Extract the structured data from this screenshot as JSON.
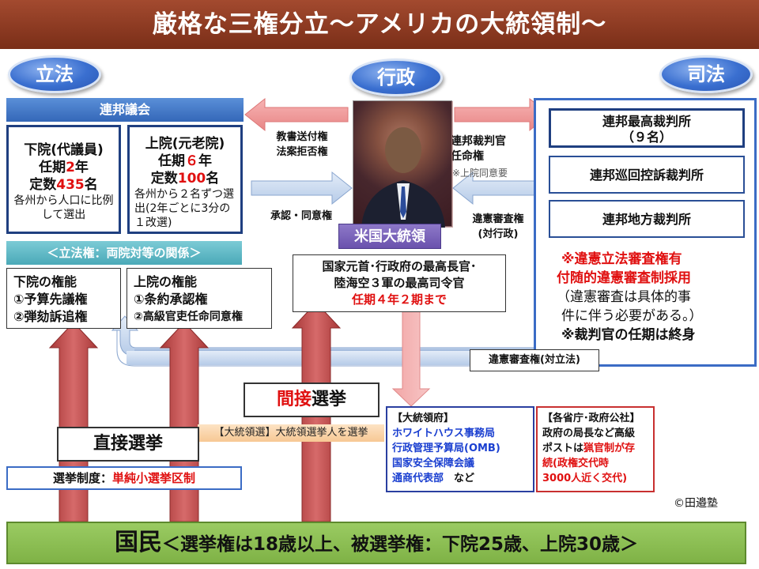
{
  "title": "厳格な三権分立～アメリカの大統領制～",
  "branches": {
    "legislative": "立法",
    "executive": "行政",
    "judicial": "司法"
  },
  "congress": {
    "header": "連邦議会",
    "house": {
      "name": "下院(代議員)",
      "term_prefix": "任期",
      "term_value": "2",
      "term_suffix": "年",
      "seats_prefix": "定数",
      "seats_value": "435",
      "seats_suffix": "名",
      "note": "各州から人口に比例して選出"
    },
    "senate": {
      "name": "上院(元老院)",
      "term_prefix": "任期",
      "term_value": "６",
      "term_suffix": "年",
      "seats_prefix": "定数",
      "seats_value": "100",
      "seats_suffix": "名",
      "note": "各州から２名ずつ選出(2年ごとに3分の１改選)"
    },
    "equal_relation": "＜立法権：両院対等の関係＞",
    "house_powers": {
      "title": "下院の権能",
      "items": [
        "①予算先議権",
        "②弾劾訴追権"
      ]
    },
    "senate_powers": {
      "title": "上院の権能",
      "items": [
        "①条約承認権",
        "②高級官吏任命同意権"
      ]
    }
  },
  "arrows": {
    "message_veto": [
      "教書送付権",
      "法案拒否権"
    ],
    "approval_consent": "承認・同意権",
    "appoint_judges": [
      "連邦裁判官",
      "任命権"
    ],
    "senate_consent_note": "※上院同意要",
    "review_executive": [
      "違憲審査権",
      "(対行政)"
    ],
    "review_legislative": "違憲審査権(対立法)",
    "indirect_election": {
      "highlight": "間接",
      "rest": "選挙"
    },
    "electors_tag": "【大統領選】大統領選挙人を選挙",
    "direct_election": "直接選挙"
  },
  "president": {
    "label": "米国大統領",
    "roles": [
      "国家元首･行政府の最高長官･",
      "陸海空３軍の最高司令官"
    ],
    "term": "任期４年２期まで"
  },
  "courts": {
    "supreme": [
      "連邦最高裁判所",
      "（９名）"
    ],
    "appeals": "連邦巡回控訴裁判所",
    "district": "連邦地方裁判所",
    "notes_red": [
      "※違憲立法審査権有",
      "付随的違憲審査制採用"
    ],
    "notes_black": [
      "（違憲審査は具体的事",
      "件に伴う必要がある。）"
    ],
    "judge_term": "※裁判官の任期は終身"
  },
  "executive_office": {
    "header": "【大統領府】",
    "items": [
      "ホワイトハウス事務局",
      "行政管理予算局(OMB)",
      "国家安全保障会議",
      "通商代表部"
    ],
    "suffix": "など"
  },
  "agencies": {
    "header": "【各省庁･政府公社】",
    "black": [
      "府の局長など高級",
      "ポストは"
    ],
    "line1_prefix": "政",
    "spoils_red": "猟官制が存",
    "red_tail": [
      "続(政権交代時",
      "3000人近く交代)"
    ]
  },
  "electoral_system": {
    "prefix": "選挙制度：",
    "value": "単純小選挙区制"
  },
  "copyright": "©田邉塾",
  "people": {
    "label": "国民",
    "rest": "＜選挙権は18歳以上、被選挙権：下院25歳、上院30歳＞"
  }
}
